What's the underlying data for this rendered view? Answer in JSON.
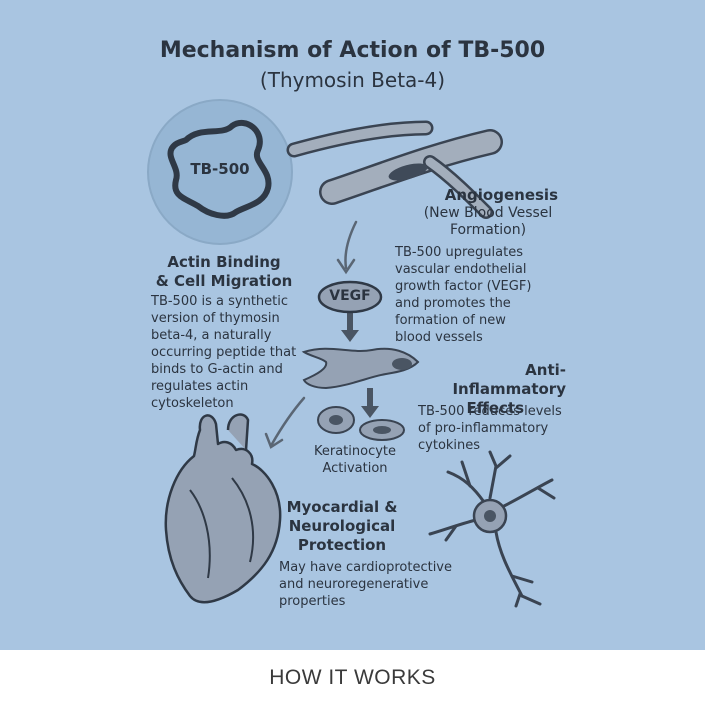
{
  "diagram": {
    "title": "Mechanism of Action of TB-500",
    "subtitle": "(Thymosin Beta-4)",
    "peptide_label": "TB-500",
    "vegf_label": "VEGF",
    "angiogenesis": {
      "heading": [
        "Angiogenesis"
      ],
      "subheading": [
        "(New Blood Vessel",
        "Formation)"
      ],
      "body": [
        "TB-500 upregulates",
        "vascular endothelial",
        "growth factor (VEGF)",
        "and promotes the",
        "formation of new",
        "blood vessels"
      ]
    },
    "actin": {
      "heading": [
        "Actin Binding",
        "& Cell Migration"
      ],
      "body": [
        "TB-500 is a synthetic",
        "version of thymosin",
        "beta-4, a naturally",
        "occurring peptide that",
        "binds to G-actin and",
        "regulates actin",
        "cytoskeleton"
      ]
    },
    "anti_inflammatory": {
      "heading": [
        "Anti-Inflammatory",
        "Effects"
      ],
      "body": [
        "TB-500 reduces levels",
        "of pro-inflammatory",
        "cytokines"
      ]
    },
    "keratinocyte": {
      "label": [
        "Keratinocyte",
        "Activation"
      ]
    },
    "protection": {
      "heading": [
        "Myocardial &",
        "Neurological",
        "Protection"
      ],
      "body": [
        "May have cardioprotective",
        "and neuroregenerative",
        "properties"
      ]
    },
    "colors": {
      "panel": "#a9c5e1",
      "ink": "#2b3440",
      "tissue": "#95a2b4",
      "bubble": "#96b6d4"
    }
  },
  "footer": {
    "label": "HOW IT WORKS"
  }
}
